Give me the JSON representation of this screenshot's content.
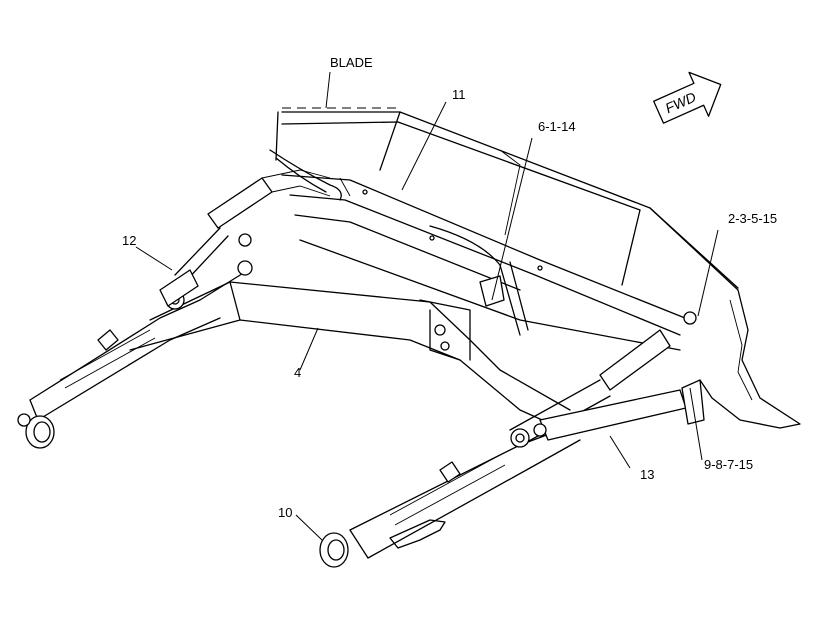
{
  "callouts": {
    "blade": "BLADE",
    "c11": "11",
    "c6_1_14": "6-1-14",
    "c2_3_5_15": "2-3-5-15",
    "c12": "12",
    "c4": "4",
    "c9_8_7_15": "9-8-7-15",
    "c13": "13",
    "c10": "10"
  },
  "direction_arrow": {
    "label": "FWD"
  }
}
